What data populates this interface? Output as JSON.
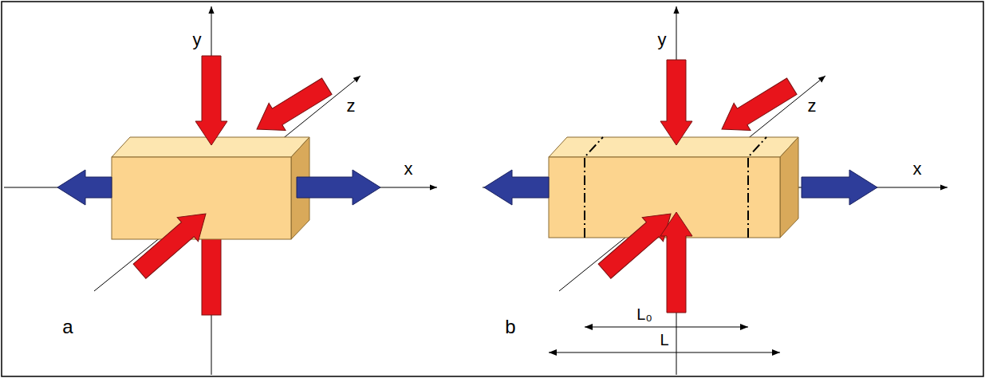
{
  "diagram": {
    "labels": [
      "y",
      "z",
      "x",
      "a",
      "y",
      "z",
      "x",
      "b",
      "L₀",
      "L"
    ]
  }
}
